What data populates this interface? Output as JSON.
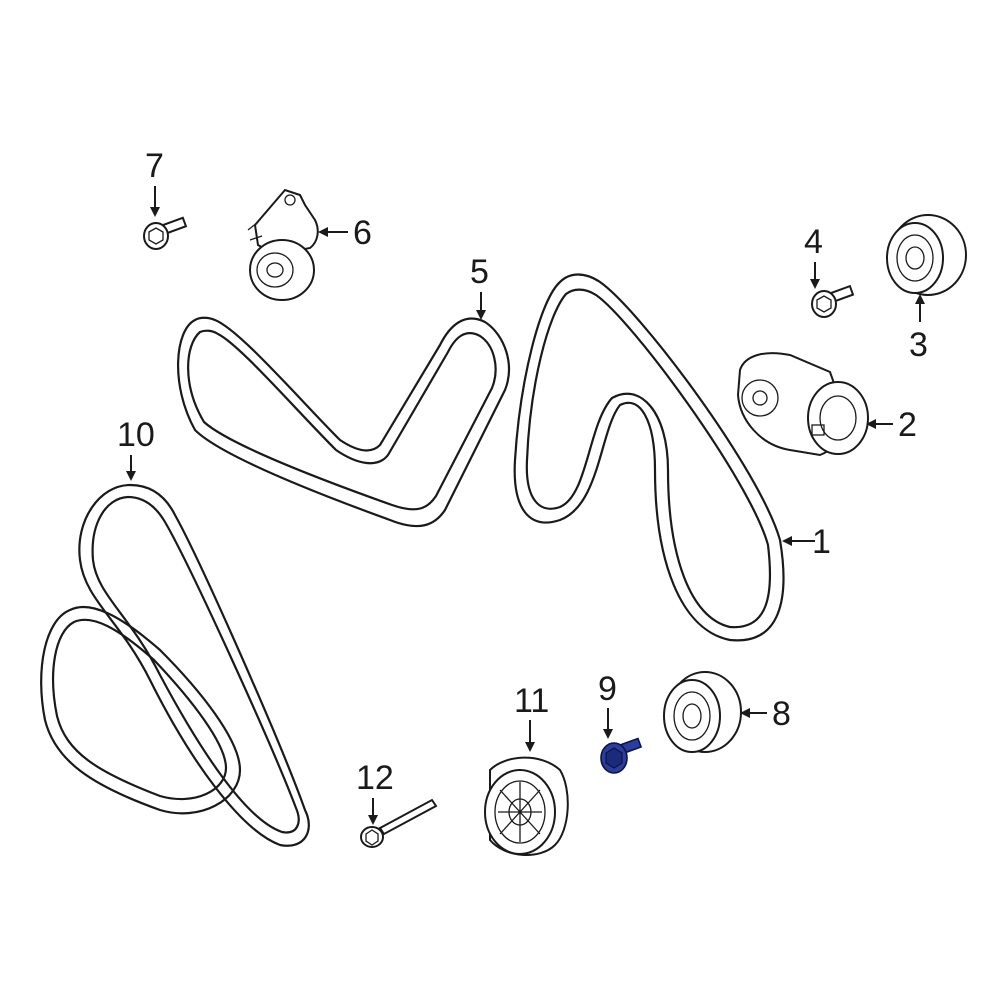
{
  "diagram": {
    "callouts": [
      {
        "id": "c1",
        "label": "1"
      },
      {
        "id": "c2",
        "label": "2"
      },
      {
        "id": "c3",
        "label": "3"
      },
      {
        "id": "c4",
        "label": "4"
      },
      {
        "id": "c5",
        "label": "5"
      },
      {
        "id": "c6",
        "label": "6"
      },
      {
        "id": "c7",
        "label": "7"
      },
      {
        "id": "c8",
        "label": "8"
      },
      {
        "id": "c9",
        "label": "9"
      },
      {
        "id": "c10",
        "label": "10"
      },
      {
        "id": "c11",
        "label": "11"
      },
      {
        "id": "c12",
        "label": "12"
      }
    ],
    "highlighted_part": "9",
    "colors": {
      "line": "#1a1a1a",
      "highlight": "#2b3d9e",
      "background": "#ffffff"
    }
  }
}
